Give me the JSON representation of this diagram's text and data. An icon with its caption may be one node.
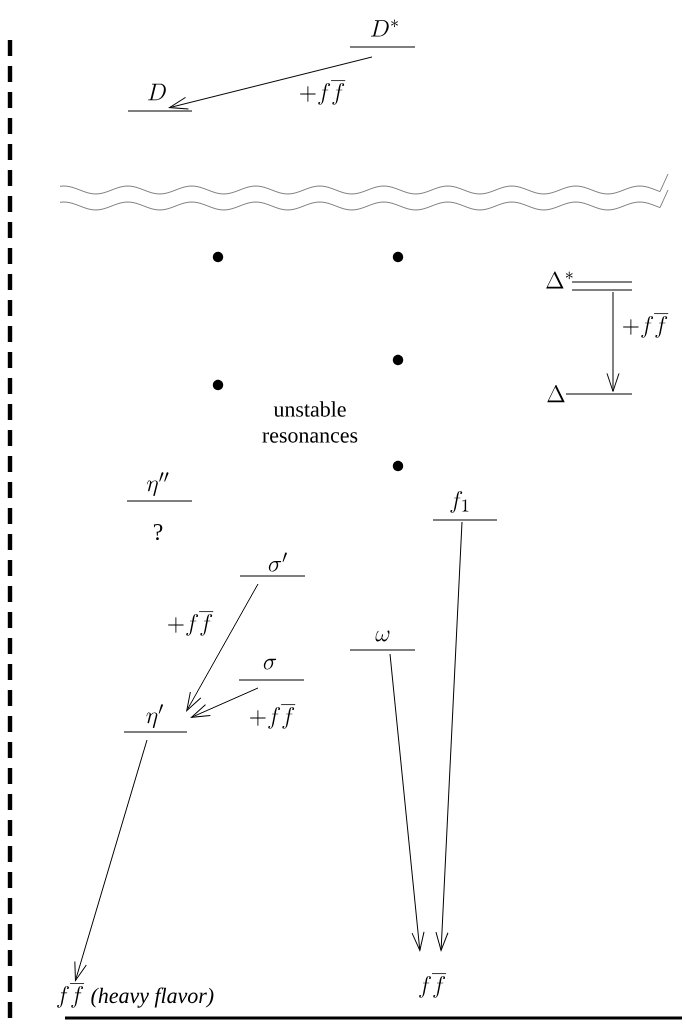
{
  "diagram": {
    "nodes": [
      {
        "text": [
          "D^{*}"
        ]
      },
      {
        "text": [
          "D"
        ]
      },
      {
        "text": [
          "\\Delta^{*}"
        ]
      },
      {
        "text": [
          "\\Delta"
        ]
      },
      {
        "text": [
          "\\eta''"
        ],
        "beside": [
          "?"
        ]
      },
      {
        "text": [
          "f_1"
        ]
      },
      {
        "text": [
          "\\sigma'"
        ]
      },
      {
        "text": [
          "\\omega"
        ]
      },
      {
        "text": [
          "\\sigma"
        ]
      },
      {
        "text": [
          "\\eta'"
        ]
      },
      {
        "text": [
          "f\\overline{f}",
          "(heavy flavor)"
        ]
      },
      {
        "text": [
          "f\\overline{f}"
        ]
      }
    ],
    "edges": [
      {
        "from": 0,
        "to": 1,
        "arrow": "to",
        "label": "+f\\overline{f}"
      },
      {
        "from": 2,
        "to": 3,
        "arrow": "to",
        "label": "+f\\overline{f}"
      },
      {
        "from": 6,
        "to": 9,
        "arrow": "to",
        "label": "+f\\overline{f}"
      },
      {
        "from": 8,
        "to": 9,
        "arrow": "to",
        "label": "+f\\overline{f}"
      },
      {
        "from": 9,
        "to": 10,
        "arrow": "to"
      },
      {
        "from": 7,
        "to": 11,
        "arrow": "to"
      },
      {
        "from": 5,
        "to": 11,
        "arrow": "to"
      }
    ],
    "labels": [
      "unstable resonances"
    ]
  }
}
